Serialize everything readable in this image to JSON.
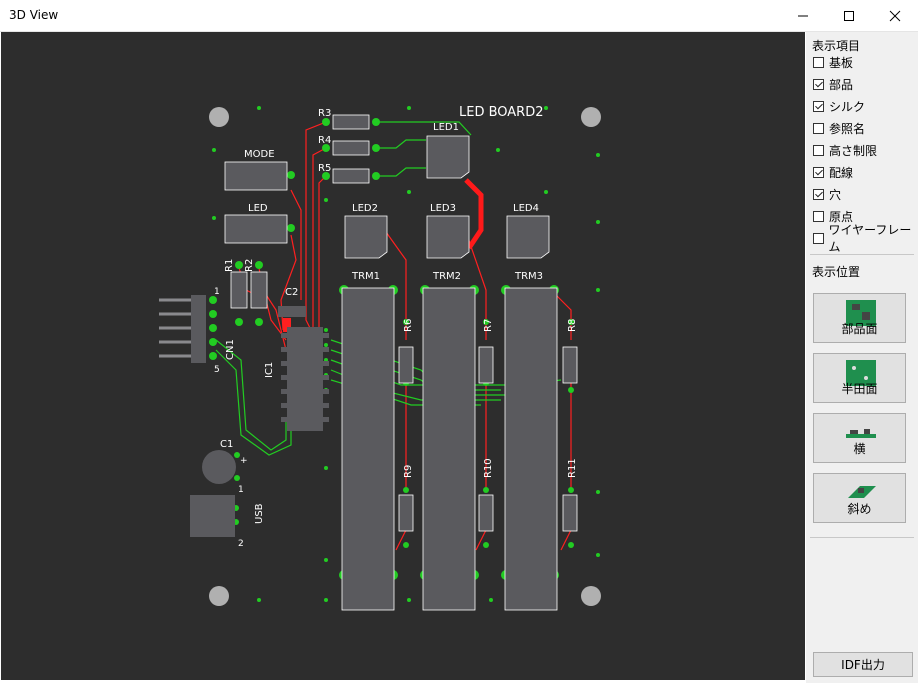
{
  "window": {
    "title": "3D View",
    "minimize_icon": "minimize-icon",
    "maximize_icon": "maximize-icon",
    "close_icon": "close-icon"
  },
  "board": {
    "title": "LED BOARD2",
    "labels": {
      "mode": "MODE",
      "led": "LED",
      "r1": "R1",
      "r2": "R2",
      "r3": "R3",
      "r4": "R4",
      "r5": "R5",
      "r6": "R6",
      "r7": "R7",
      "r8": "R8",
      "r9": "R9",
      "r10": "R10",
      "r11": "R11",
      "c1": "C1",
      "c2": "C2",
      "ic1": "IC1",
      "cn1": "CN1",
      "usb": "USB",
      "led1": "LED1",
      "led2": "LED2",
      "led3": "LED3",
      "led4": "LED4",
      "trm1": "TRM1",
      "trm2": "TRM2",
      "trm3": "TRM3",
      "pin1": "1",
      "pin5": "5",
      "pin2": "2",
      "plus": "+"
    },
    "colors": {
      "background": "#2d2d2d",
      "component": "#5a5a5e",
      "silk": "#ffffff",
      "pad": "#22cc22",
      "trace_top": "#ff2020",
      "trace_bottom": "#22cc22",
      "hole": "#b0b0b0"
    }
  },
  "panel": {
    "display_items_title": "表示項目",
    "checkboxes": [
      {
        "label": "基板",
        "checked": false
      },
      {
        "label": "部品",
        "checked": true
      },
      {
        "label": "シルク",
        "checked": true
      },
      {
        "label": "参照名",
        "checked": false
      },
      {
        "label": "高さ制限",
        "checked": false
      },
      {
        "label": "配線",
        "checked": true
      },
      {
        "label": "穴",
        "checked": true
      },
      {
        "label": "原点",
        "checked": false
      },
      {
        "label": "ワイヤーフレーム",
        "checked": false
      }
    ],
    "position_title": "表示位置",
    "view_buttons": [
      {
        "label": "部品面",
        "icon": "component-side-icon"
      },
      {
        "label": "半田面",
        "icon": "solder-side-icon"
      },
      {
        "label": "横",
        "icon": "side-view-icon"
      },
      {
        "label": "斜め",
        "icon": "oblique-view-icon"
      }
    ],
    "idf_button": "IDF出力"
  }
}
